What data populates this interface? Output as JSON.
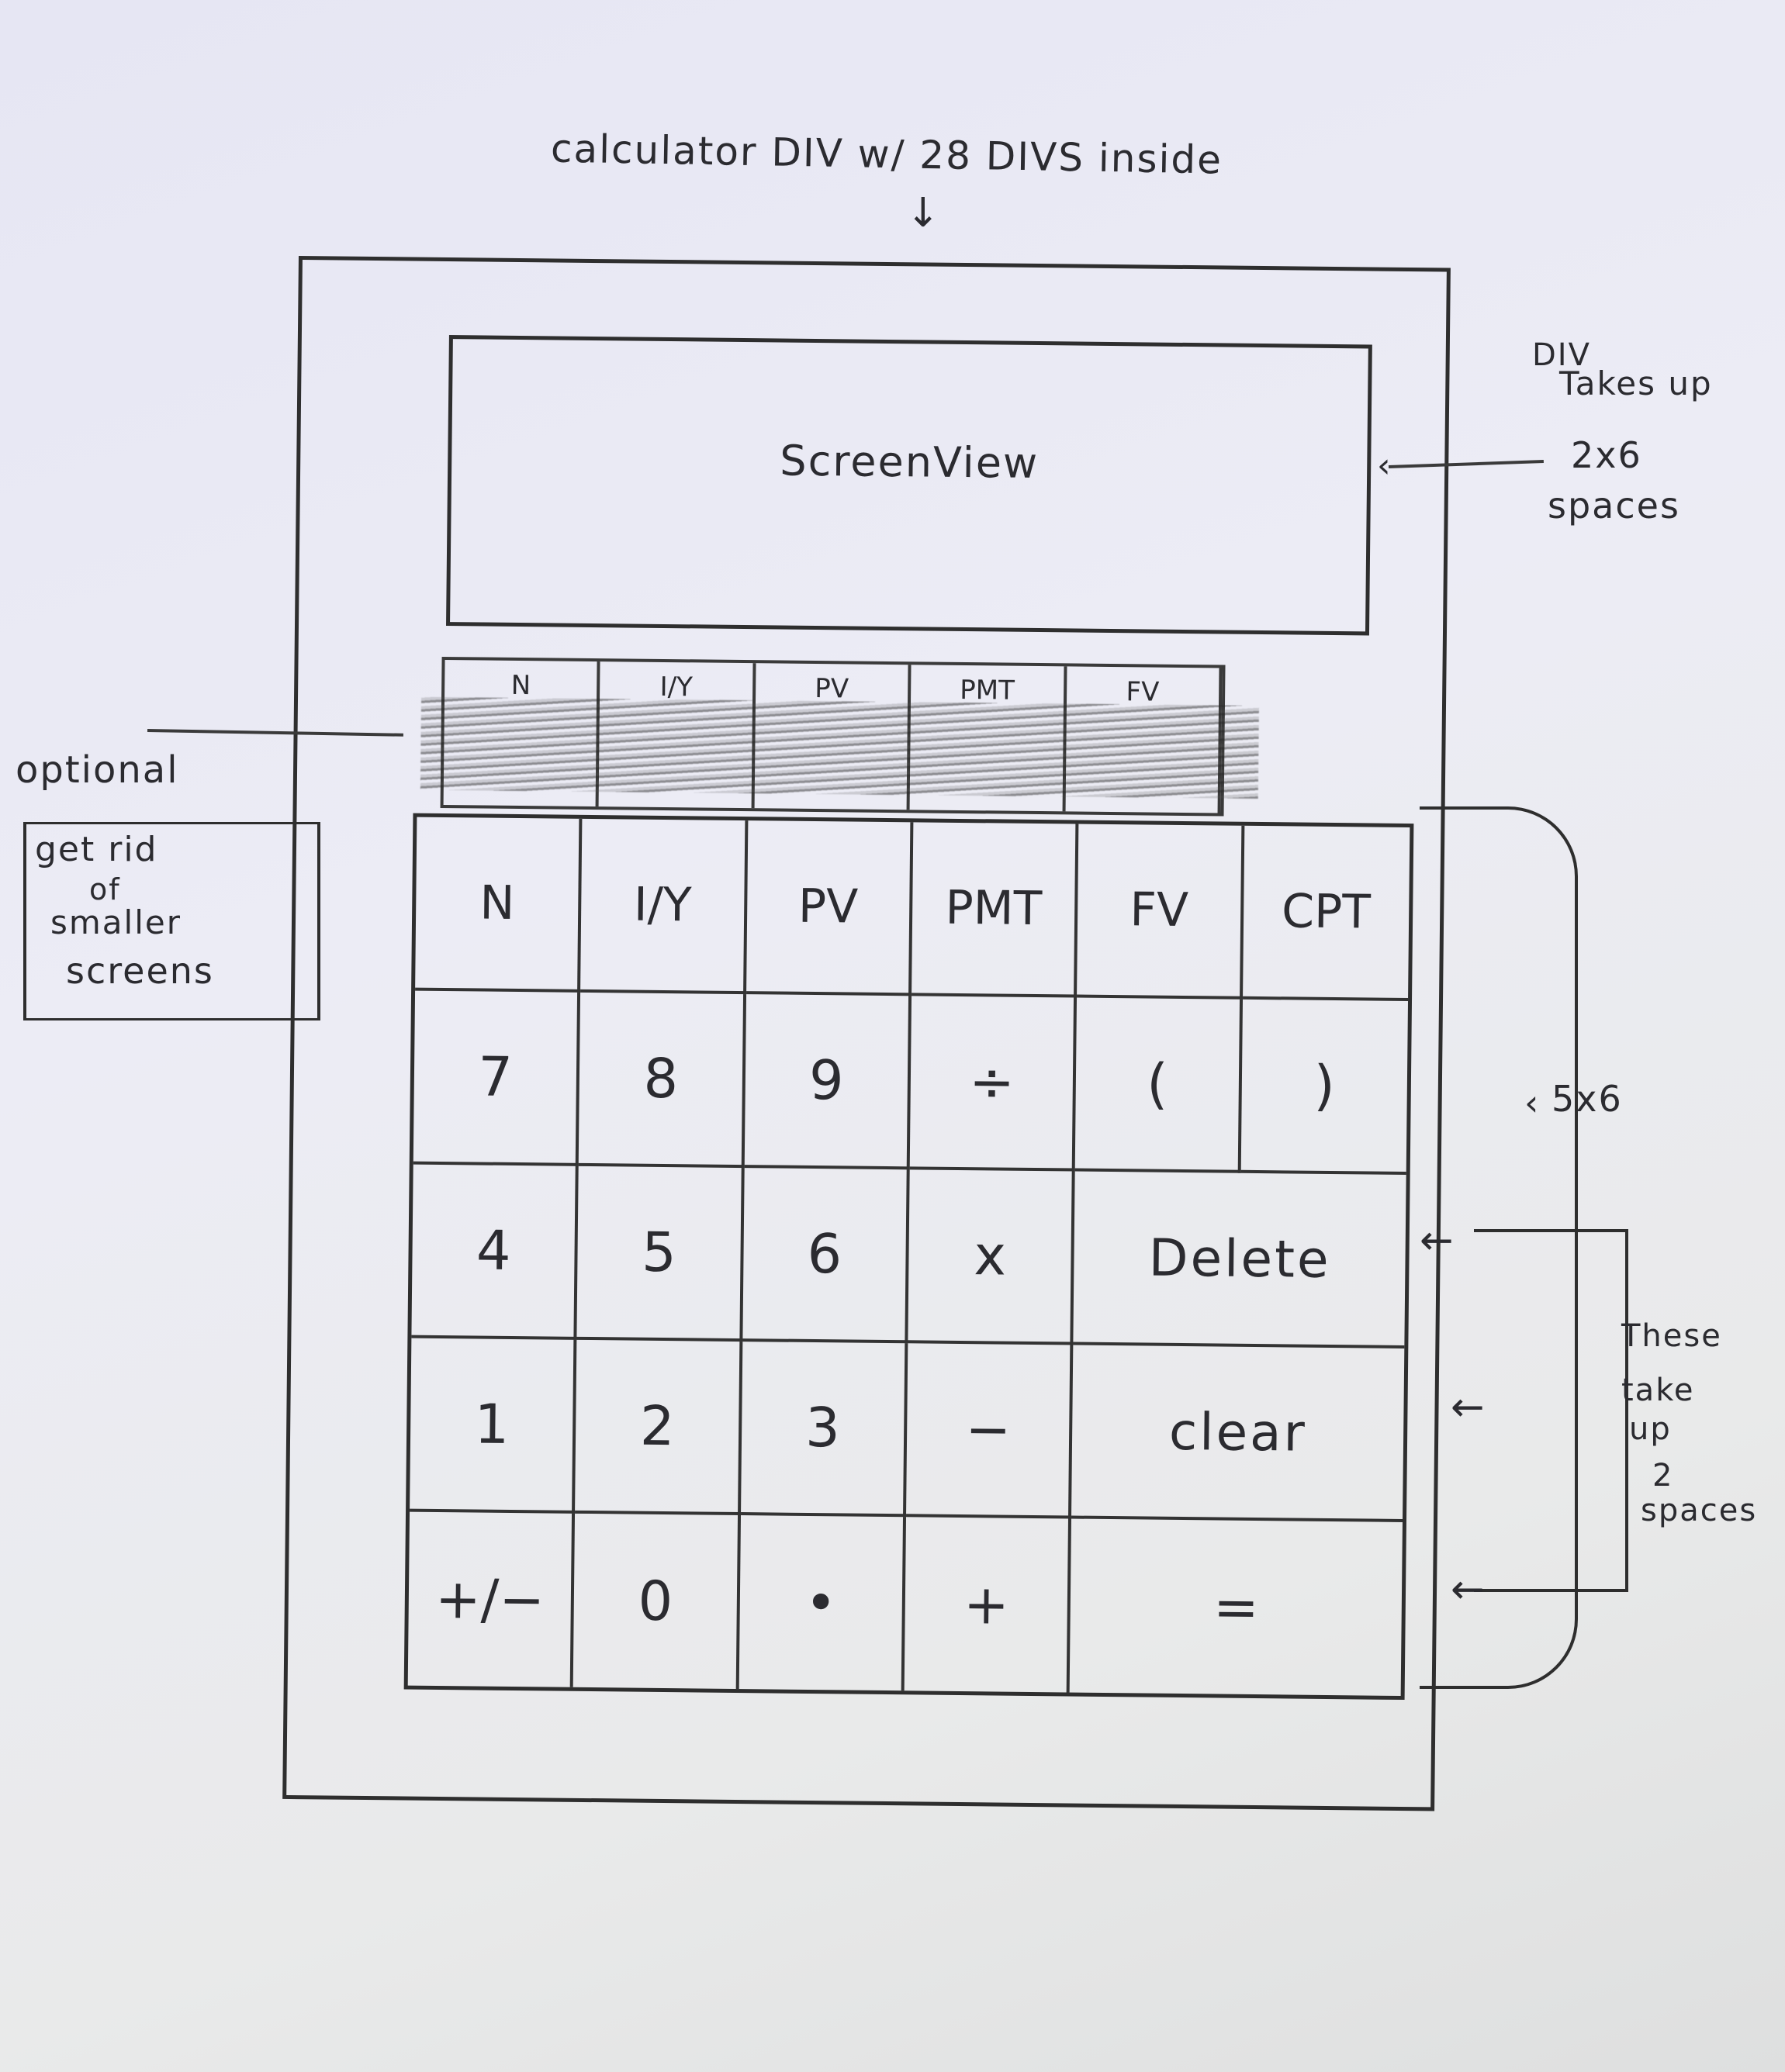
{
  "title_annotation": "calculator DIV w/ 28 DIVS inside",
  "screen": {
    "label": "ScreenView"
  },
  "side_note_screen": {
    "line1": "DIV",
    "line2": "Takes up",
    "line3": "2x6",
    "line4": "spaces"
  },
  "optional_note": {
    "heading": "optional",
    "line1": "get rid",
    "line2": "of",
    "line3": "smaller",
    "line4": "screens"
  },
  "grid_note": "5x6",
  "wide_note": {
    "line1": "These",
    "line2": "take",
    "line3": "up",
    "line4": "2",
    "line5": "spaces"
  },
  "small_screens": [
    "N",
    "I/Y",
    "PV",
    "PMT",
    "FV"
  ],
  "keys": [
    {
      "label": "N",
      "kind": "fin"
    },
    {
      "label": "I/Y",
      "kind": "fin"
    },
    {
      "label": "PV",
      "kind": "fin"
    },
    {
      "label": "PMT",
      "kind": "fin"
    },
    {
      "label": "FV",
      "kind": "fin"
    },
    {
      "label": "CPT",
      "kind": "fin"
    },
    {
      "label": "7"
    },
    {
      "label": "8"
    },
    {
      "label": "9"
    },
    {
      "label": "÷"
    },
    {
      "label": "("
    },
    {
      "label": ")"
    },
    {
      "label": "4"
    },
    {
      "label": "5"
    },
    {
      "label": "6"
    },
    {
      "label": "x"
    },
    {
      "label": "Delete",
      "wide": true
    },
    {
      "label": "1"
    },
    {
      "label": "2"
    },
    {
      "label": "3"
    },
    {
      "label": "−"
    },
    {
      "label": "clear",
      "wide": true
    },
    {
      "label": "+/−"
    },
    {
      "label": "0"
    },
    {
      "label": "•"
    },
    {
      "label": "+"
    },
    {
      "label": "=",
      "wide": true
    }
  ]
}
